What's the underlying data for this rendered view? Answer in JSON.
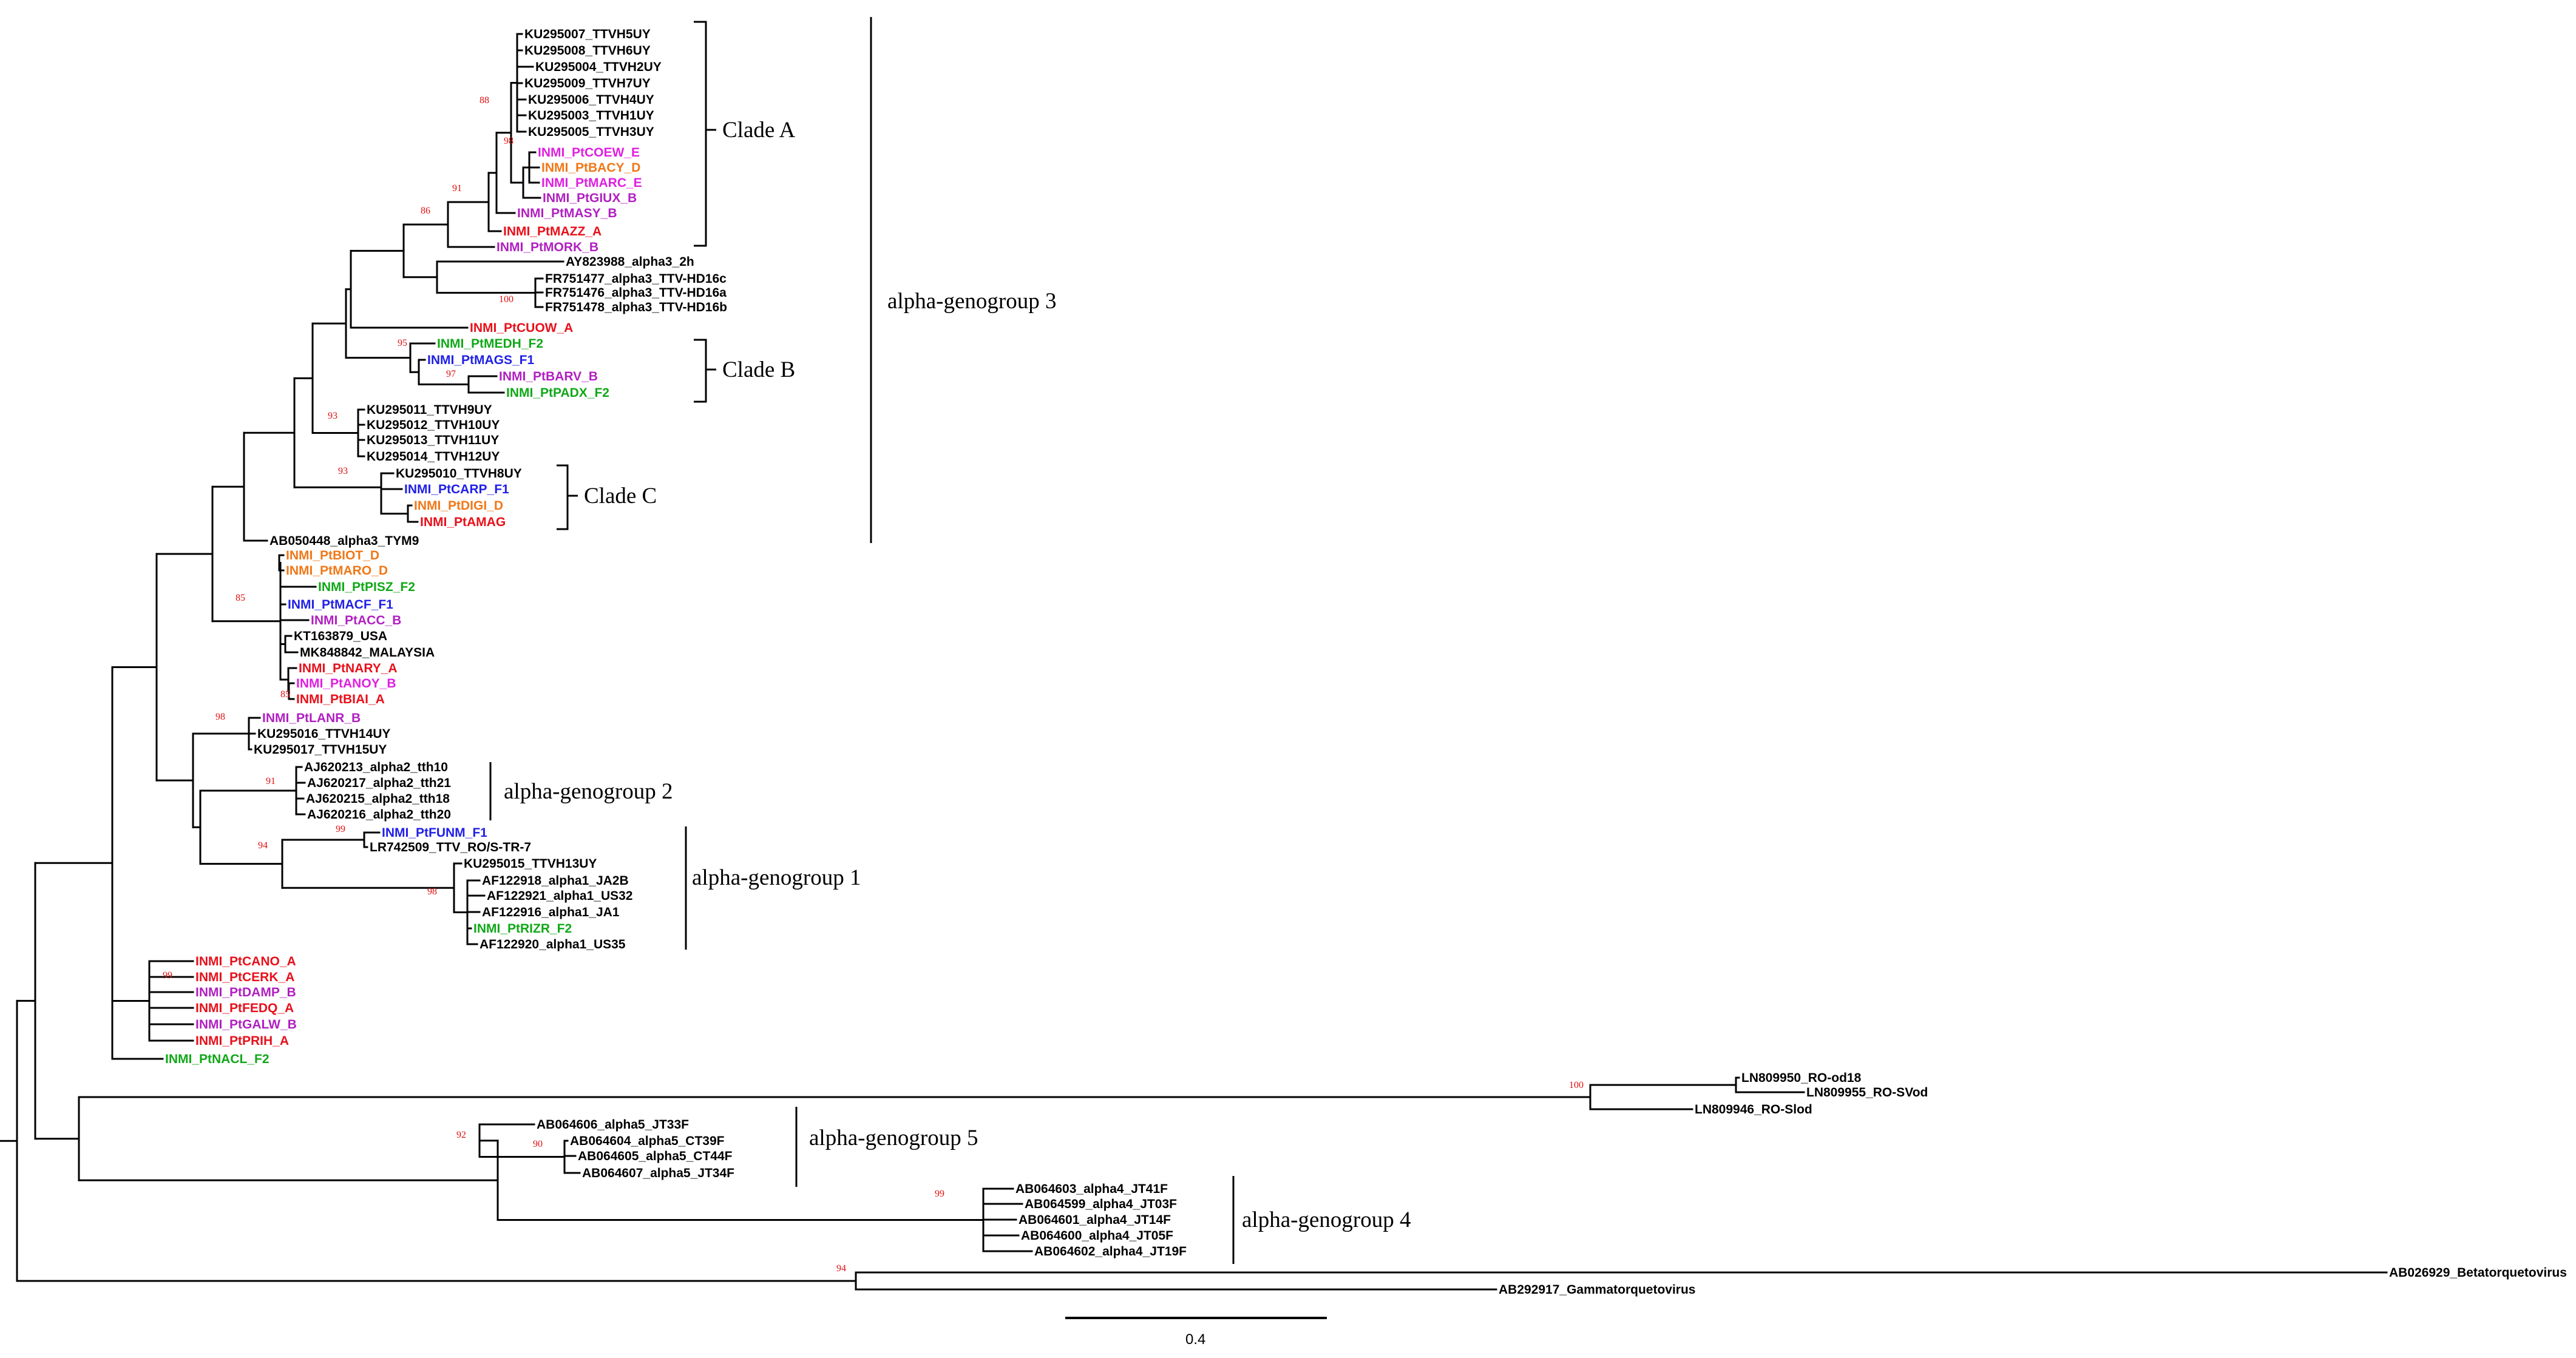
{
  "tree": {
    "tips": [
      {
        "label": "KU295007_TTVH5UY",
        "color": "black"
      },
      {
        "label": "KU295008_TTVH6UY",
        "color": "black"
      },
      {
        "label": "KU295004_TTVH2UY",
        "color": "black"
      },
      {
        "label": "KU295009_TTVH7UY",
        "color": "black"
      },
      {
        "label": "KU295006_TTVH4UY",
        "color": "black"
      },
      {
        "label": "KU295003_TTVH1UY",
        "color": "black"
      },
      {
        "label": "KU295005_TTVH3UY",
        "color": "black"
      },
      {
        "label": "INMI_PtCOEW_E",
        "color": "magenta"
      },
      {
        "label": "INMI_PtBACY_D",
        "color": "orange"
      },
      {
        "label": "INMI_PtMARC_E",
        "color": "magenta"
      },
      {
        "label": "INMI_PtGIUX_B",
        "color": "purple"
      },
      {
        "label": "INMI_PtMASY_B",
        "color": "purple"
      },
      {
        "label": "INMI_PtMAZZ_A",
        "color": "red"
      },
      {
        "label": "INMI_PtMORK_B",
        "color": "purple"
      },
      {
        "label": "AY823988_alpha3_2h",
        "color": "black"
      },
      {
        "label": "FR751477_alpha3_TTV-HD16c",
        "color": "black"
      },
      {
        "label": "FR751476_alpha3_TTV-HD16a",
        "color": "black"
      },
      {
        "label": "FR751478_alpha3_TTV-HD16b",
        "color": "black"
      },
      {
        "label": "INMI_PtCUOW_A",
        "color": "red"
      },
      {
        "label": "INMI_PtMEDH_F2",
        "color": "green"
      },
      {
        "label": "INMI_PtMAGS_F1",
        "color": "blue"
      },
      {
        "label": "INMI_PtBARV_B",
        "color": "purple"
      },
      {
        "label": "INMI_PtPADX_F2",
        "color": "green"
      },
      {
        "label": "KU295011_TTVH9UY",
        "color": "black"
      },
      {
        "label": "KU295012_TTVH10UY",
        "color": "black"
      },
      {
        "label": "KU295013_TTVH11UY",
        "color": "black"
      },
      {
        "label": "KU295014_TTVH12UY",
        "color": "black"
      },
      {
        "label": "KU295010_TTVH8UY",
        "color": "black"
      },
      {
        "label": "INMI_PtCARP_F1",
        "color": "blue"
      },
      {
        "label": "INMI_PtDIGI_D",
        "color": "orange"
      },
      {
        "label": "INMI_PtAMAG",
        "color": "red"
      },
      {
        "label": "AB050448_alpha3_TYM9",
        "color": "black"
      },
      {
        "label": "INMI_PtBIOT_D",
        "color": "orange"
      },
      {
        "label": "INMI_PtMARO_D",
        "color": "orange"
      },
      {
        "label": "INMI_PtPISZ_F2",
        "color": "green"
      },
      {
        "label": "INMI_PtMACF_F1",
        "color": "blue"
      },
      {
        "label": "INMI_PtACC_B",
        "color": "purple"
      },
      {
        "label": "KT163879_USA",
        "color": "black"
      },
      {
        "label": "MK848842_MALAYSIA",
        "color": "black"
      },
      {
        "label": "INMI_PtNARY_A",
        "color": "red"
      },
      {
        "label": "INMI_PtANOY_B",
        "color": "magenta"
      },
      {
        "label": "INMI_PtBIAI_A",
        "color": "red"
      },
      {
        "label": "INMI_PtLANR_B",
        "color": "purple"
      },
      {
        "label": "KU295016_TTVH14UY",
        "color": "black"
      },
      {
        "label": "KU295017_TTVH15UY",
        "color": "black"
      },
      {
        "label": "AJ620213_alpha2_tth10",
        "color": "black"
      },
      {
        "label": "AJ620217_alpha2_tth21",
        "color": "black"
      },
      {
        "label": "AJ620215_alpha2_tth18",
        "color": "black"
      },
      {
        "label": "AJ620216_alpha2_tth20",
        "color": "black"
      },
      {
        "label": "INMI_PtFUNM_F1",
        "color": "blue"
      },
      {
        "label": "LR742509_TTV_RO/S-TR-7",
        "color": "black"
      },
      {
        "label": "KU295015_TTVH13UY",
        "color": "black"
      },
      {
        "label": "AF122918_alpha1_JA2B",
        "color": "black"
      },
      {
        "label": "AF122921_alpha1_US32",
        "color": "black"
      },
      {
        "label": "AF122916_alpha1_JA1",
        "color": "black"
      },
      {
        "label": "INMI_PtRIZR_F2",
        "color": "green"
      },
      {
        "label": "AF122920_alpha1_US35",
        "color": "black"
      },
      {
        "label": "INMI_PtCANO_A",
        "color": "red"
      },
      {
        "label": "INMI_PtCERK_A",
        "color": "red"
      },
      {
        "label": "INMI_PtDAMP_B",
        "color": "purple"
      },
      {
        "label": "INMI_PtFEDQ_A",
        "color": "red"
      },
      {
        "label": "INMI_PtGALW_B",
        "color": "purple"
      },
      {
        "label": "INMI_PtPRIH_A",
        "color": "red"
      },
      {
        "label": "INMI_PtNACL_F2",
        "color": "green"
      },
      {
        "label": "LN809950_RO-od18",
        "color": "black"
      },
      {
        "label": "LN809955_RO-SVod",
        "color": "black"
      },
      {
        "label": "LN809946_RO-Slod",
        "color": "black"
      },
      {
        "label": "AB064606_alpha5_JT33F",
        "color": "black"
      },
      {
        "label": "AB064604_alpha5_CT39F",
        "color": "black"
      },
      {
        "label": "AB064605_alpha5_CT44F",
        "color": "black"
      },
      {
        "label": "AB064607_alpha5_JT34F",
        "color": "black"
      },
      {
        "label": "AB064603_alpha4_JT41F",
        "color": "black"
      },
      {
        "label": "AB064599_alpha4_JT03F",
        "color": "black"
      },
      {
        "label": "AB064601_alpha4_JT14F",
        "color": "black"
      },
      {
        "label": "AB064600_alpha4_JT05F",
        "color": "black"
      },
      {
        "label": "AB064602_alpha4_JT19F",
        "color": "black"
      },
      {
        "label": "AB026929_Betatorquetovirus",
        "color": "black"
      },
      {
        "label": "AB292917_Gammatorquetovirus",
        "color": "black"
      }
    ],
    "bootstrap_values": [
      "88",
      "98",
      "91",
      "86",
      "100",
      "95",
      "97",
      "93",
      "93",
      "85",
      "85",
      "98",
      "91",
      "94",
      "99",
      "98",
      "99",
      "100",
      "92",
      "90",
      "99",
      "94"
    ],
    "clade_labels": {
      "clade_a": "Clade A",
      "clade_b": "Clade B",
      "clade_c": "Clade C",
      "alpha3": "alpha-genogroup 3",
      "alpha2": "alpha-genogroup 2",
      "alpha1": "alpha-genogroup 1",
      "alpha5": "alpha-genogroup 5",
      "alpha4": "alpha-genogroup 4"
    },
    "scale_bar": {
      "label": "0.4"
    },
    "colors": {
      "black": "#000000",
      "red": "#e8101a",
      "magenta": "#e020e0",
      "purple": "#b020c0",
      "orange": "#f07818",
      "green": "#10a818",
      "blue": "#2020e8",
      "bootstrap": "#e01010"
    }
  }
}
